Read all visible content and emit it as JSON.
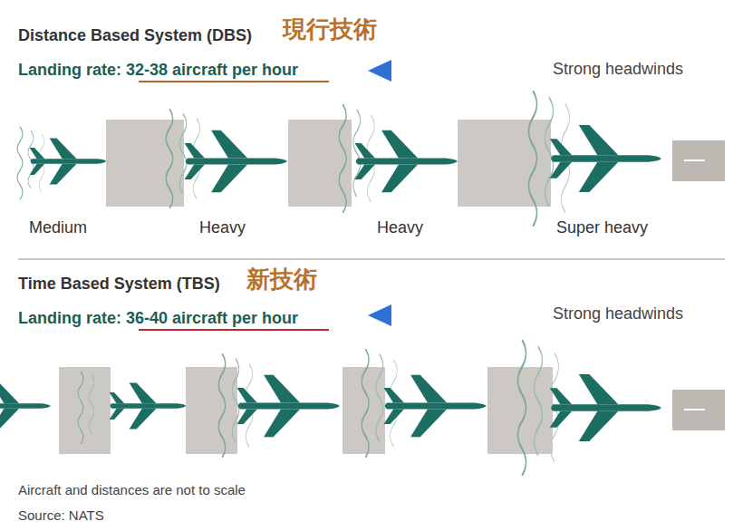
{
  "diagram": {
    "labels": [
      "Distance Based System (DBS)",
      "現行技術",
      "Landing rate: 32-38 aircraft per hour",
      "Strong headwinds",
      "Medium",
      "Heavy",
      "Heavy",
      "Super heavy",
      "Time Based System (TBS)",
      "新技術",
      "Landing rate: 36-40 aircraft per hour",
      "Strong headwinds",
      "Aircraft and distances are not to scale",
      "Source: NATS"
    ]
  }
}
